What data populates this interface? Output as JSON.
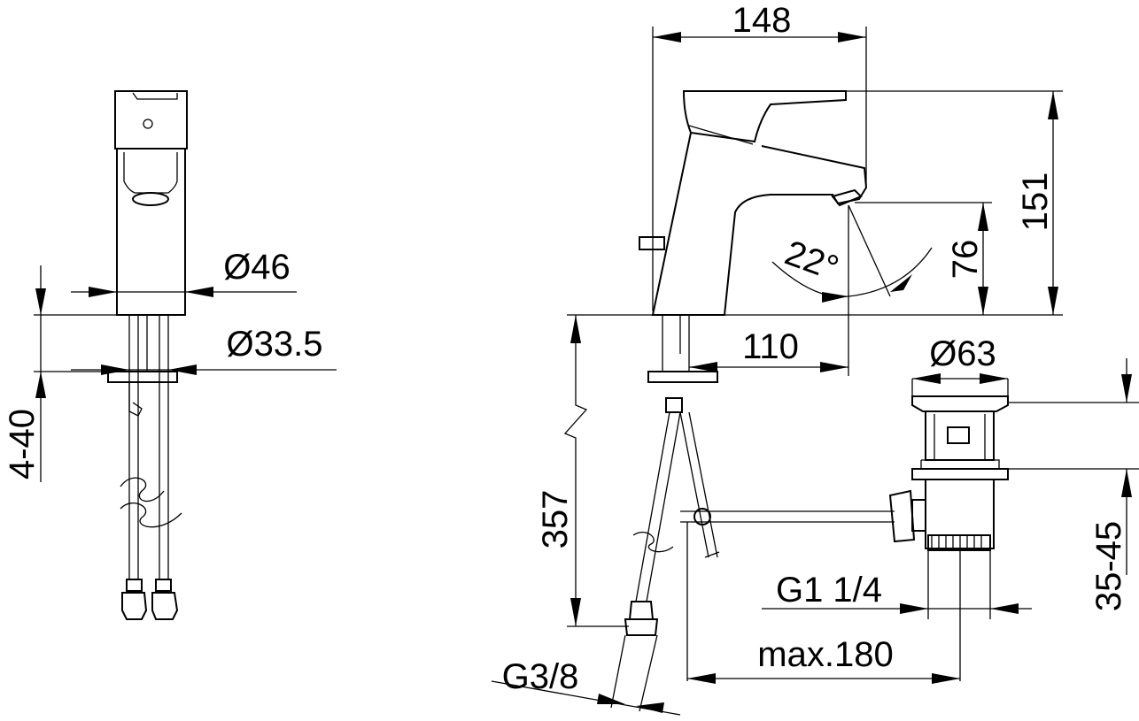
{
  "dimensions": {
    "width_top": "148",
    "height_total": "151",
    "spout_height": "76",
    "spout_angle": "22°",
    "spout_reach": "110",
    "base_diameter": "Ø46",
    "hole_diameter": "Ø33.5",
    "deck_thickness": "4-40",
    "hose_length": "357",
    "hose_thread": "G3/8",
    "waste_diameter": "Ø63",
    "waste_thread": "G1 1/4",
    "waste_reach": "max.180",
    "waste_range": "35-45"
  }
}
